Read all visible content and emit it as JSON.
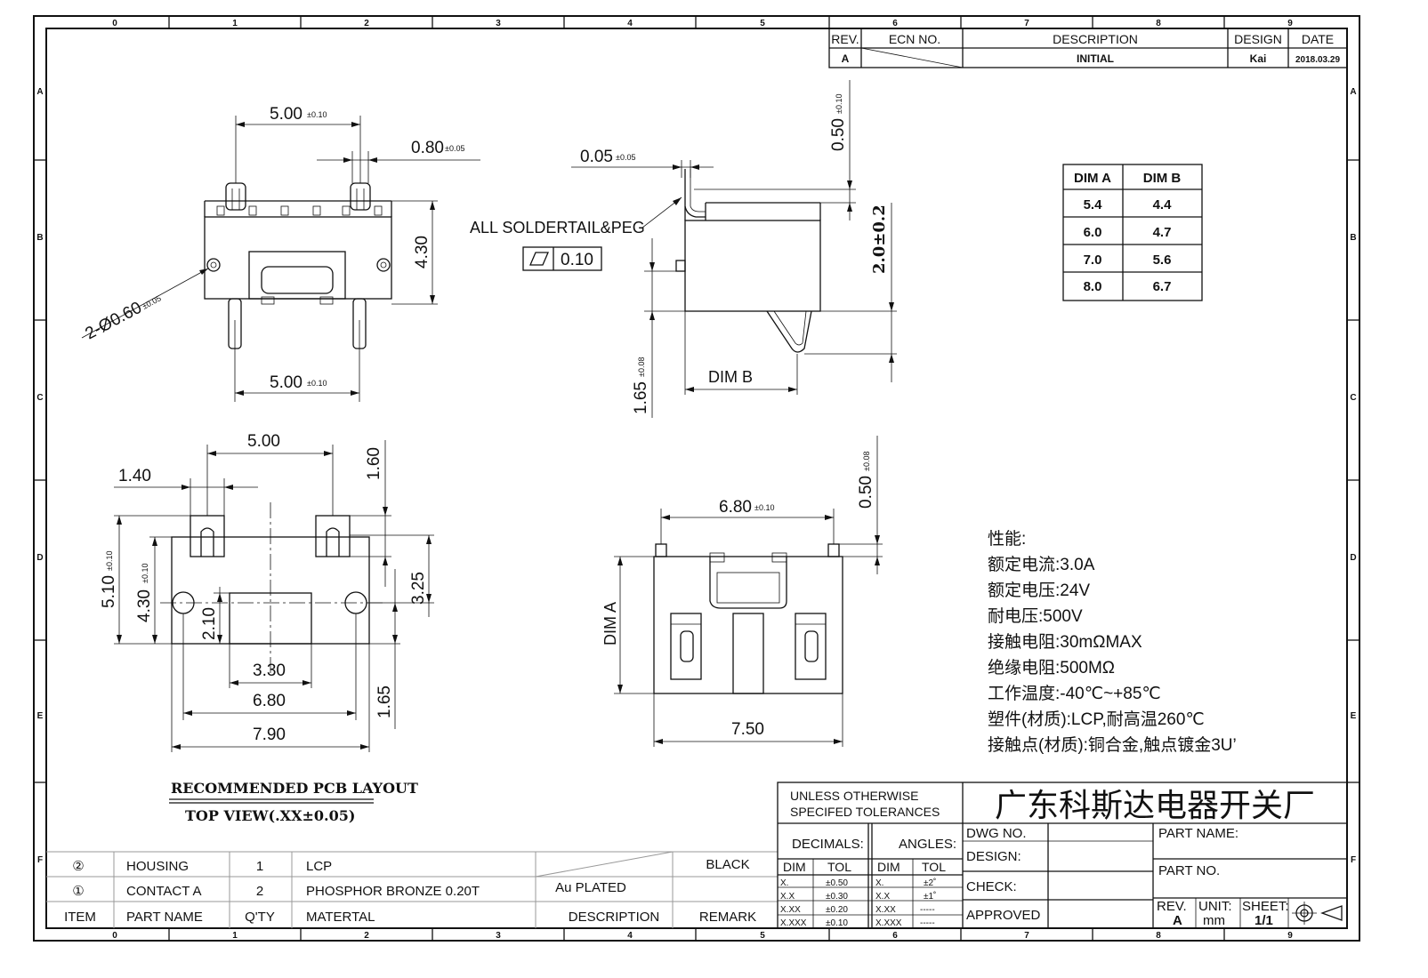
{
  "zones": {
    "cols": [
      "0",
      "1",
      "2",
      "3",
      "4",
      "5",
      "6",
      "7",
      "8",
      "9"
    ],
    "rows": [
      "A",
      "B",
      "C",
      "D",
      "E",
      "F"
    ]
  },
  "revision_block": {
    "headers": {
      "rev": "REV.",
      "ecn": "ECN NO.",
      "description": "DESCRIPTION",
      "design": "DESIGN",
      "date": "DATE"
    },
    "row": {
      "rev": "A",
      "description": "INITIAL",
      "design": "Kai",
      "date": "2018.03.29"
    }
  },
  "dim_table": {
    "headers": [
      "DIM A",
      "DIM B"
    ],
    "rows": [
      [
        "5.4",
        "4.4"
      ],
      [
        "6.0",
        "4.7"
      ],
      [
        "7.0",
        "5.6"
      ],
      [
        "8.0",
        "6.7"
      ]
    ]
  },
  "top_view": {
    "d_top": "5.00",
    "d_top_tol": "±0.10",
    "d_peg": "0.80",
    "d_peg_tol": "±0.05",
    "d_height": "4.30",
    "d_holes": "2-Ø0.60",
    "d_holes_tol": "±0.05",
    "d_bottom": "5.00",
    "d_bottom_tol": "±0.10"
  },
  "side_view": {
    "d_tail": "0.05",
    "d_tail_tol": "±0.05",
    "note": "ALL SOLDERTAIL&PEG",
    "flatness": "0.10",
    "d_top_step": "0.50",
    "d_top_step_tol": "±0.10",
    "d_travel": "2.0±0.2",
    "d_stand": "1.65",
    "d_stand_tol": "±0.08",
    "d_dim_b": "DIM B"
  },
  "pcb_layout": {
    "d_pitch": "5.00",
    "d_pad_w": "1.40",
    "d_pad_h": "1.60",
    "d_overall_h": "5.10",
    "d_overall_h_tol": "±0.10",
    "d_body_h": "4.30",
    "d_body_h_tol": "±0.10",
    "d_pad_y": "3.25",
    "d_keep_h": "2.10",
    "d_keep_w": "3.30",
    "d_holes_w": "6.80",
    "d_body_w": "7.90",
    "d_pad_offset": "1.65",
    "title": "RECOMMENDED PCB LAYOUT",
    "subtitle": "TOP VIEW(.XX±0.05)"
  },
  "front_view": {
    "d_width": "6.80",
    "d_width_tol": "±0.10",
    "d_pin": "0.50",
    "d_pin_tol": "±0.08",
    "d_dim_a": "DIM A",
    "d_base": "7.50"
  },
  "specs": {
    "heading": "性能:",
    "lines": [
      "额定电流:3.0A",
      "额定电压:24V",
      "耐电压:500V",
      "接触电阻:30mΩMAX",
      "绝缘电阻:500MΩ",
      "工作温度:-40℃~+85℃",
      "塑件(材质):LCP,耐高温260℃",
      "接触点(材质):铜合金,触点镀金3U’"
    ]
  },
  "bom": {
    "rows": [
      {
        "item": "②",
        "part": "HOUSING",
        "qty": "1",
        "material": "LCP",
        "description": "",
        "remark": "BLACK"
      },
      {
        "item": "①",
        "part": "CONTACT A",
        "qty": "2",
        "material": "PHOSPHOR BRONZE 0.20T",
        "description": "Au PLATED",
        "remark": ""
      }
    ],
    "headers": {
      "item": "ITEM",
      "part": "PART NAME",
      "qty": "Q'TY",
      "material": "MATERTAL",
      "description": "DESCRIPTION",
      "remark": "REMARK"
    }
  },
  "title_block": {
    "tolerance_note_1": "UNLESS OTHERWISE",
    "tolerance_note_2": "SPECIFED TOLERANCES",
    "company": "广东科斯达电器开关厂",
    "decimals": "DECIMALS:",
    "angles": "ANGLES:",
    "col_dim": "DIM",
    "col_tol": "TOL",
    "dec_rows": [
      [
        "X.",
        "±0.50"
      ],
      [
        "X.X",
        "±0.30"
      ],
      [
        "X.XX",
        "±0.20"
      ],
      [
        "X.XXX",
        "±0.10"
      ]
    ],
    "ang_rows": [
      [
        "X.",
        "±2˚"
      ],
      [
        "X.X",
        "±1˚"
      ],
      [
        "X.XX",
        "-----"
      ],
      [
        "X.XXX",
        "-----"
      ]
    ],
    "dwg_no": "DWG NO.",
    "design": "DESIGN:",
    "check": "CHECK:",
    "approved": "APPROVED",
    "part_name": "PART NAME:",
    "part_no": "PART NO.",
    "rev_label": "REV.",
    "rev_value": "A",
    "unit_label": "UNIT:",
    "unit_value": "mm",
    "sheet_label": "SHEET:",
    "sheet_value": "1/1"
  }
}
